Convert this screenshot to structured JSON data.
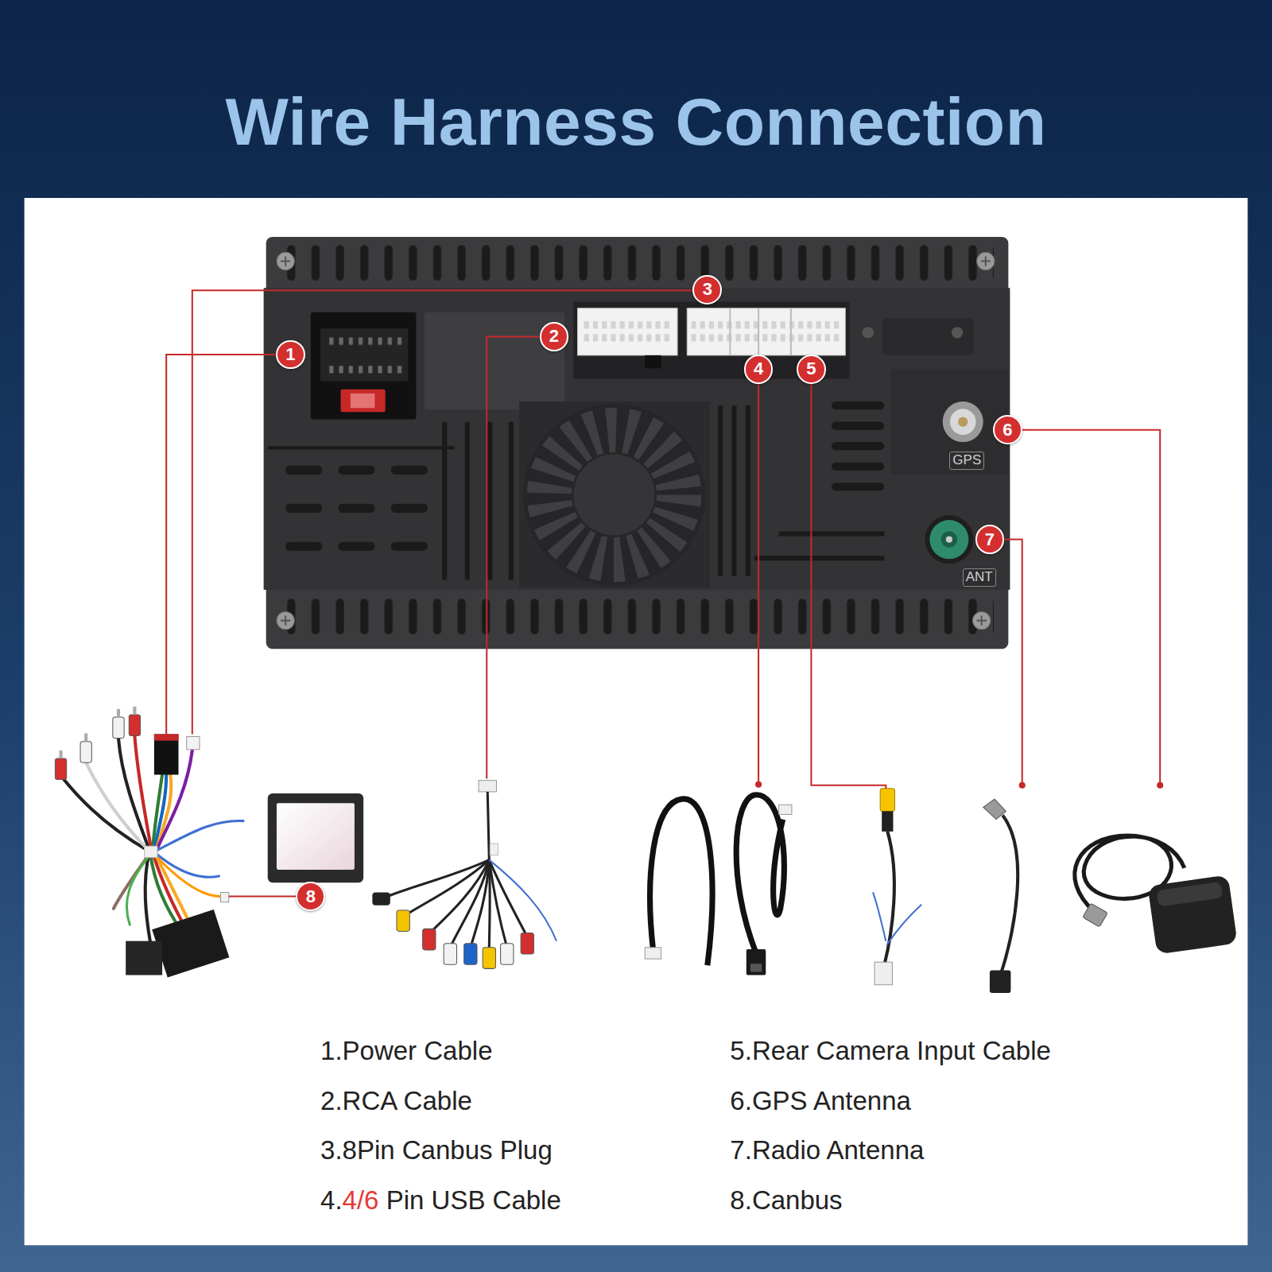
{
  "diagram": {
    "title": "Wire Harness Connection",
    "nodes": [
      {
        "text": [
          "1"
        ]
      },
      {
        "text": [
          "2"
        ]
      },
      {
        "text": [
          "3"
        ]
      },
      {
        "text": [
          "4"
        ]
      },
      {
        "text": [
          "5"
        ]
      },
      {
        "text": [
          "6"
        ]
      },
      {
        "text": [
          "7"
        ]
      },
      {
        "text": [
          "8"
        ]
      }
    ],
    "labels": [
      "GPS",
      "ANT",
      "1.Power Cable",
      "2.RCA Cable",
      "3.8Pin Canbus Plug",
      "4.",
      "4/6",
      "Pin USB Cable",
      "5.Rear Camera Input Cable",
      "6.GPS Antenna",
      "7.Radio Antenna",
      "8.Canbus"
    ]
  }
}
